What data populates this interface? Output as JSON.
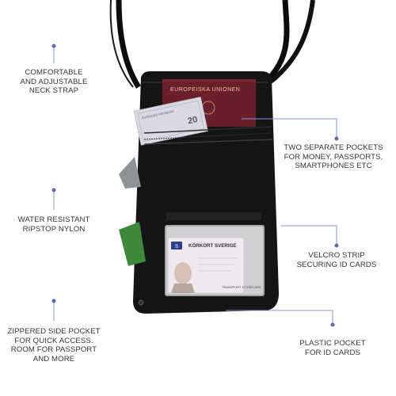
{
  "callouts": {
    "neck_strap": [
      "COMFORTABLE",
      "AND ADJUSTABLE",
      "NECK STRAP"
    ],
    "pockets": [
      "TWO SEPARATE POCKETS",
      "FOR MONEY, PASSPORTS,",
      "SMARTPHONES ETC"
    ],
    "nylon": [
      "WATER RESISTANT",
      "RIPSTOP NYLON"
    ],
    "velcro": [
      "VELCRO STRIP",
      "SECURING ID CARDS"
    ],
    "zipper": [
      "ZIPPERED SIDE POCKET",
      "FOR QUICK ACCESS.",
      "ROOM FOR PASSPORT",
      "AND MORE"
    ],
    "plastic": [
      "PLASTIC POCKET",
      "FOR ID CARDS"
    ]
  },
  "passport": {
    "text": "EUROPEISKA UNIONEN"
  },
  "id_card": {
    "title": "KÖRKORT SVERIGE",
    "country": "S",
    "issuer": "TRANSPORT STYRELSEN"
  },
  "banknote": {
    "denomination": "20",
    "text": "SVERIGES RIKSBANK"
  },
  "colors": {
    "bag": "#151515",
    "strap": "#0c0c0c",
    "passport": "#6b1f2a",
    "callout_dot": "#5b6ab5",
    "callout_line": "#8a94c8",
    "text": "#333333"
  }
}
